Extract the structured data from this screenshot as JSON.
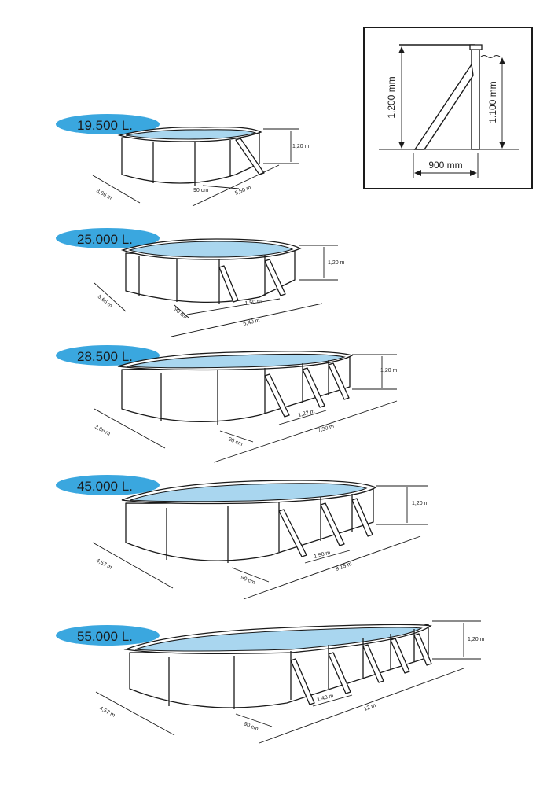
{
  "pools": [
    {
      "volume": "19.500 L.",
      "height": "1,20 m",
      "width": "3,66 m",
      "spacing": "90 cm",
      "length": "5,50 m",
      "extra": ""
    },
    {
      "volume": "25.000 L.",
      "height": "1,20 m",
      "width": "3,66 m",
      "spacing": "90 cm",
      "length": "6,40 m",
      "extra": "1,50 m"
    },
    {
      "volume": "28.500 L.",
      "height": "1,20 m",
      "width": "3,66 m",
      "spacing": "90 cm",
      "length": "7,30 m",
      "extra": "1,22 m"
    },
    {
      "volume": "45.000 L.",
      "height": "1,20 m",
      "width": "4,57 m",
      "spacing": "90 cm",
      "length": "9,15 m",
      "extra": "1,50 m"
    },
    {
      "volume": "55.000 L.",
      "height": "1,20 m",
      "width": "4,57 m",
      "spacing": "90 cm",
      "length": "12 m",
      "extra": "1,43 m"
    }
  ],
  "detail": {
    "total_height": "1.200 mm",
    "water_height": "1.100 mm",
    "base_width": "900 mm"
  },
  "colors": {
    "badge": "#3aa7df",
    "water": "#a9d6ef",
    "line": "#1a1a1a"
  }
}
